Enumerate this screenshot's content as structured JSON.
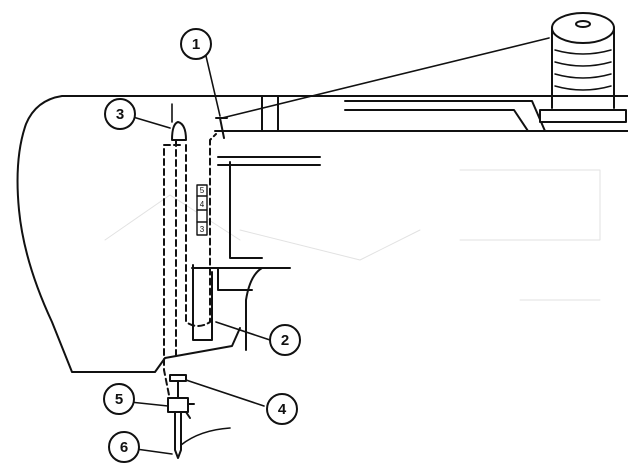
{
  "callouts": [
    {
      "id": "c1",
      "number": "1"
    },
    {
      "id": "c2",
      "number": "2"
    },
    {
      "id": "c3",
      "number": "3"
    },
    {
      "id": "c4",
      "number": "4"
    },
    {
      "id": "c5",
      "number": "5"
    },
    {
      "id": "c6",
      "number": "6"
    }
  ],
  "tension_scale": [
    "5",
    "4",
    "3"
  ],
  "colors": {
    "line": "#111111",
    "paper": "#ffffff",
    "faint": "#dcdcdc"
  }
}
